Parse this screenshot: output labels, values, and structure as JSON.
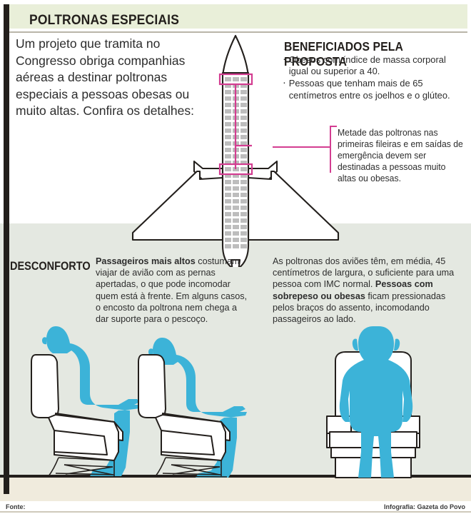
{
  "header": {
    "title": "POLTRONAS ESPECIAIS"
  },
  "intro": {
    "text": "Um projeto que tramita no Congresso obriga companhias aéreas a destinar poltronas especiais a pessoas obesas ou muito altas. Confira os detalhes:"
  },
  "beneficiados": {
    "title": "BENEFICIADOS PELA PROPOSTA",
    "items": [
      "Obesos com índice de massa corporal igual ou superior a 40.",
      "Pessoas que tenham mais de 65 centímetros entre os joelhos e o glúteo."
    ]
  },
  "callout": {
    "text": "Metade das poltronas nas primeiras fileiras e em saídas de emergência devem ser destinadas a pessoas muito altas ou obesas."
  },
  "desconforto": {
    "label": "DESCONFORTO",
    "lead": "Passageiros mais altos",
    "body": " costumam viajar de avião com as pernas apertadas, o que pode incomodar quem está à frente. Em alguns casos, o encosto da poltrona nem chega a dar suporte para o pescoço."
  },
  "largura": {
    "part1": "As poltronas dos aviões têm, em média, 45 centímetros de largura, o suficiente para uma pessoa com IMC normal. ",
    "bold": "Pessoas com sobrepeso ou obesas",
    "part2": " ficam pressionadas pelos braços do assento, incomodando passageiros ao lado."
  },
  "footer": {
    "fonte": "Fonte:",
    "credit": "Infografia: Gazeta do Povo"
  },
  "colors": {
    "title_band": "#e9efd9",
    "mid_band": "#e4e8e1",
    "floor": "#f0ebdd",
    "ink": "#231f1c",
    "pink": "#d33d91",
    "body_blue": "#3cb3d8",
    "seat_grey": "#bdbdbd"
  },
  "diagram": {
    "plane_label": "airplane-top-view-seat-map",
    "seat_columns": 3,
    "highlight_rows": 2
  }
}
